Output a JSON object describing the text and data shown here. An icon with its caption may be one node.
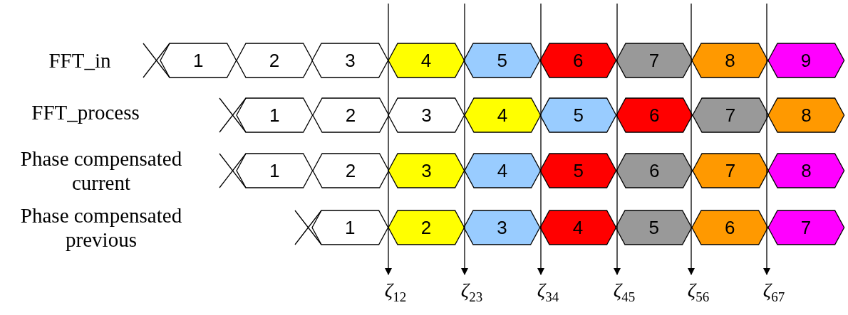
{
  "diagram": {
    "nodes": [
      {
        "text": [
          "1"
        ]
      },
      {
        "text": [
          "2"
        ]
      },
      {
        "text": [
          "3"
        ]
      },
      {
        "text": [
          "4"
        ]
      },
      {
        "text": [
          "5"
        ]
      },
      {
        "text": [
          "6"
        ]
      },
      {
        "text": [
          "7"
        ]
      },
      {
        "text": [
          "8"
        ]
      },
      {
        "text": [
          "9"
        ]
      },
      {
        "text": [
          "1"
        ]
      },
      {
        "text": [
          "2"
        ]
      },
      {
        "text": [
          "3"
        ]
      },
      {
        "text": [
          "4"
        ]
      },
      {
        "text": [
          "5"
        ]
      },
      {
        "text": [
          "6"
        ]
      },
      {
        "text": [
          "7"
        ]
      },
      {
        "text": [
          "8"
        ]
      },
      {
        "text": [
          "1"
        ]
      },
      {
        "text": [
          "2"
        ]
      },
      {
        "text": [
          "3"
        ]
      },
      {
        "text": [
          "4"
        ]
      },
      {
        "text": [
          "5"
        ]
      },
      {
        "text": [
          "6"
        ]
      },
      {
        "text": [
          "7"
        ]
      },
      {
        "text": [
          "8"
        ]
      },
      {
        "text": [
          "1"
        ]
      },
      {
        "text": [
          "2"
        ]
      },
      {
        "text": [
          "3"
        ]
      },
      {
        "text": [
          "4"
        ]
      },
      {
        "text": [
          "5"
        ]
      },
      {
        "text": [
          "6"
        ]
      },
      {
        "text": [
          "7"
        ]
      }
    ],
    "labels": [
      "FFT_in",
      "FFT_process",
      "Phase compensated current",
      "Phase compensated previous",
      "ζ$_{12}$",
      "ζ$_{23}$",
      "ζ$_{34}$",
      "ζ$_{45}$",
      "ζ$_{56}$",
      "ζ$_{67}$"
    ]
  }
}
